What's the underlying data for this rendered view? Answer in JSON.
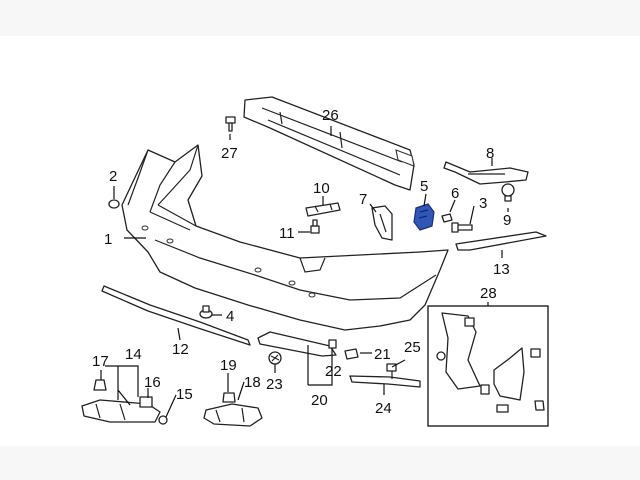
{
  "diagram": {
    "highlight_color": "#2f56b8",
    "line_color": "#222222",
    "callouts": {
      "c1": "1",
      "c2": "2",
      "c3": "3",
      "c4": "4",
      "c5": "5",
      "c6": "6",
      "c7": "7",
      "c8": "8",
      "c9": "9",
      "c10": "10",
      "c11": "11",
      "c12": "12",
      "c13": "13",
      "c14": "14",
      "c15": "15",
      "c16": "16",
      "c17": "17",
      "c18": "18",
      "c19": "19",
      "c20": "20",
      "c21": "21",
      "c22": "22",
      "c23": "23",
      "c24": "24",
      "c25": "25",
      "c26": "26",
      "c27": "27",
      "c28": "28"
    },
    "highlighted_part": "5"
  }
}
